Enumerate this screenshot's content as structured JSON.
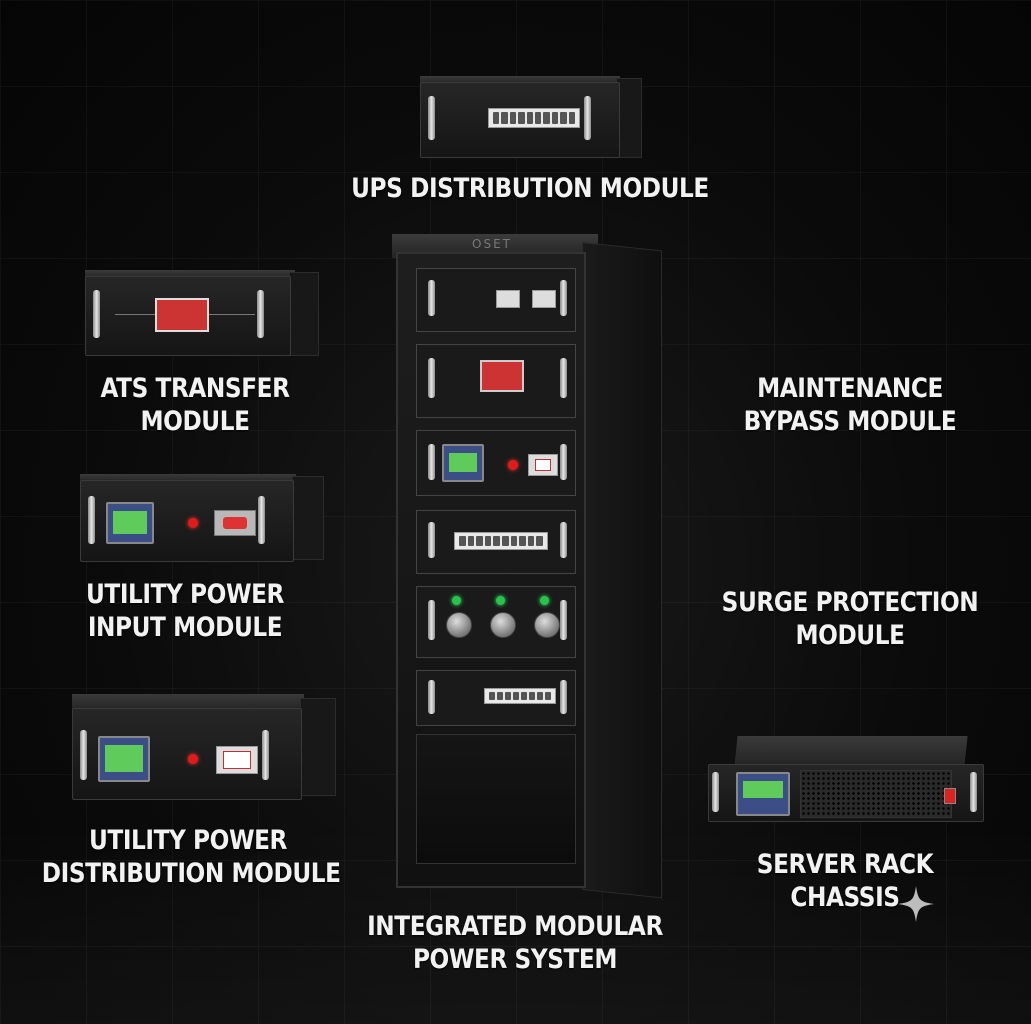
{
  "labels": {
    "ups": {
      "line1": "UPS DISTRIBUTION MODULE"
    },
    "ats": {
      "line1": "ATS TRANSFER",
      "line2": "MODULE"
    },
    "maintenance": {
      "line1": "MAINTENANCE",
      "line2": "BYPASS MODULE"
    },
    "utility_input": {
      "line1": "UTILITY POWER",
      "line2": "INPUT MODULE"
    },
    "surge": {
      "line1": "SURGE PROTECTION",
      "line2": "MODULE"
    },
    "utility_dist": {
      "line1": "UTILITY POWER",
      "line2": "DISTRIBUTION MODULE"
    },
    "server": {
      "line1": "SERVER RACK",
      "line2": "CHASSIS"
    },
    "integrated": {
      "line1": "INTEGRATED MODULAR",
      "line2": "POWER SYSTEM"
    }
  },
  "cabinet_brand": "OSET",
  "colors": {
    "background": "#0b0b0b",
    "label_text": "#f2f2f2",
    "lcd_screen": "#5ecb5a",
    "indicator_red": "#e21a1a",
    "indicator_green": "#26c44a"
  }
}
